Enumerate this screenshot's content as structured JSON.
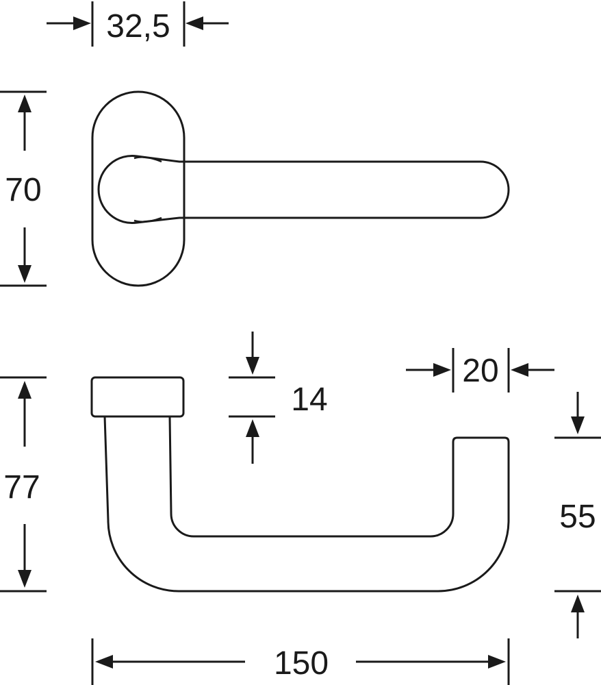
{
  "dimensions": {
    "rose_width": "32,5",
    "rose_height": "70",
    "total_height": "77",
    "rose_thickness": "14",
    "grip_width": "20",
    "grip_drop": "55",
    "handle_length": "150"
  },
  "colors": {
    "line": "#1a1a1a",
    "background": "#ffffff"
  }
}
